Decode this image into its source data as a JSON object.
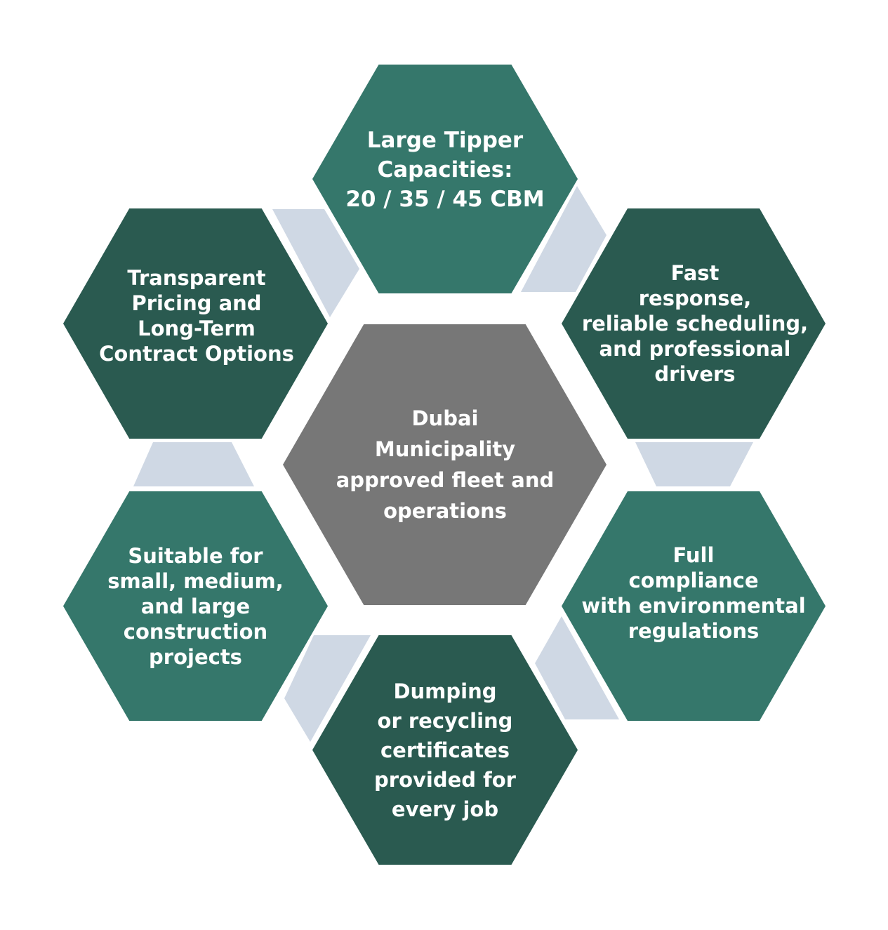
{
  "colors": {
    "light": "#35776b",
    "dark": "#2a5a50",
    "center": "#777777",
    "connector": "#cfd8e4"
  },
  "center": {
    "text": "Dubai\nMunicipality\napproved fleet and\noperations"
  },
  "hexes": [
    {
      "id": "top",
      "text": "Large Tipper\nCapacities:\n20 / 35 / 45 CBM",
      "tone": "light"
    },
    {
      "id": "top-right",
      "text": "Fast\nresponse,\nreliable scheduling,\nand professional\ndrivers",
      "tone": "dark"
    },
    {
      "id": "bottom-right",
      "text": "Full\ncompliance\nwith environmental\nregulations",
      "tone": "light"
    },
    {
      "id": "bottom",
      "text": "Dumping\nor recycling\ncertificates\nprovided for\nevery job",
      "tone": "dark"
    },
    {
      "id": "bottom-left",
      "text": "Suitable for\nsmall, medium,\nand large\nconstruction\nprojects",
      "tone": "light"
    },
    {
      "id": "top-left",
      "text": "Transparent\nPricing and\nLong-Term\nContract Options",
      "tone": "dark"
    }
  ]
}
